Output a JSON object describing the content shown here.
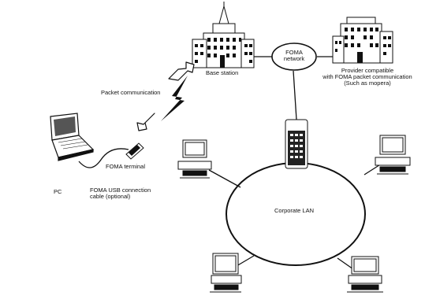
{
  "labels": {
    "base_station": "Base station",
    "foma_network": [
      "FOMA",
      "network"
    ],
    "provider": [
      "Provider compatible",
      "with FOMA packet communication",
      "(Such as mopera)"
    ],
    "packet_communication": "Packet communication",
    "foma_terminal": "FOMA terminal",
    "pc": "PC",
    "usb_cable": [
      "FOMA USB connection",
      "cable (optional)"
    ],
    "corporate_lan": "Corporate LAN"
  },
  "colors": {
    "ink": "#111111",
    "paper": "#ffffff",
    "shade": "#555555"
  },
  "icons": [
    "base-station-building-icon",
    "provider-building-icon",
    "lightning-icon",
    "arrow-icon",
    "laptop-icon",
    "mobile-phone-icon",
    "router-icon",
    "desktop-computer-icon"
  ]
}
